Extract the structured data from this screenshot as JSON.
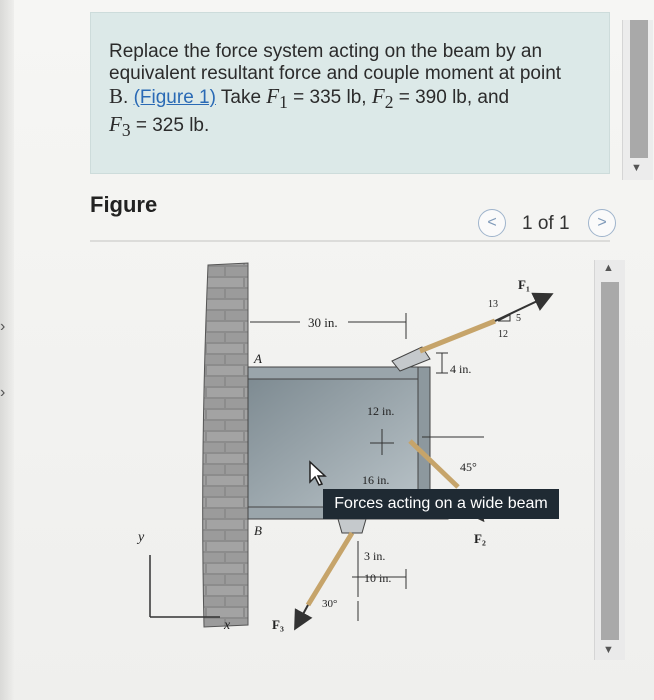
{
  "problem": {
    "line1": "Replace the force system acting on the beam by an",
    "line2": "equivalent resultant force and couple moment at point",
    "point": "B",
    "figure_link": "(Figure 1)",
    "take": "Take",
    "f1_name": "F",
    "f1_sub": "1",
    "f1_val": "= 335 lb,",
    "f2_name": "F",
    "f2_sub": "2",
    "f2_val": "= 390 lb, and",
    "f3_name": "F",
    "f3_sub": "3",
    "f3_val": "= 325 lb."
  },
  "figure": {
    "title": "Figure",
    "pager": "1 of 1",
    "prev": "<",
    "next": ">"
  },
  "diagram": {
    "dim_30in": "30 in.",
    "dim_4in": "4 in.",
    "dim_12in": "12 in.",
    "dim_16in": "16 in.",
    "dim_3in": "3 in.",
    "dim_10in": "10 in.",
    "angle_45": "45°",
    "angle_30": "30°",
    "slope_13": "13",
    "slope_5": "5",
    "slope_12": "12",
    "point_a": "A",
    "point_b": "B",
    "axis_x": "x",
    "axis_y": "y",
    "label_f1": "F₁",
    "label_f2": "F₂",
    "label_f3": "F₃"
  },
  "tooltip": "Forces acting on a wide beam",
  "colors": {
    "panel": "#dce9e8",
    "link": "#2a6ab5",
    "tooltip_bg": "#1f2a33"
  }
}
